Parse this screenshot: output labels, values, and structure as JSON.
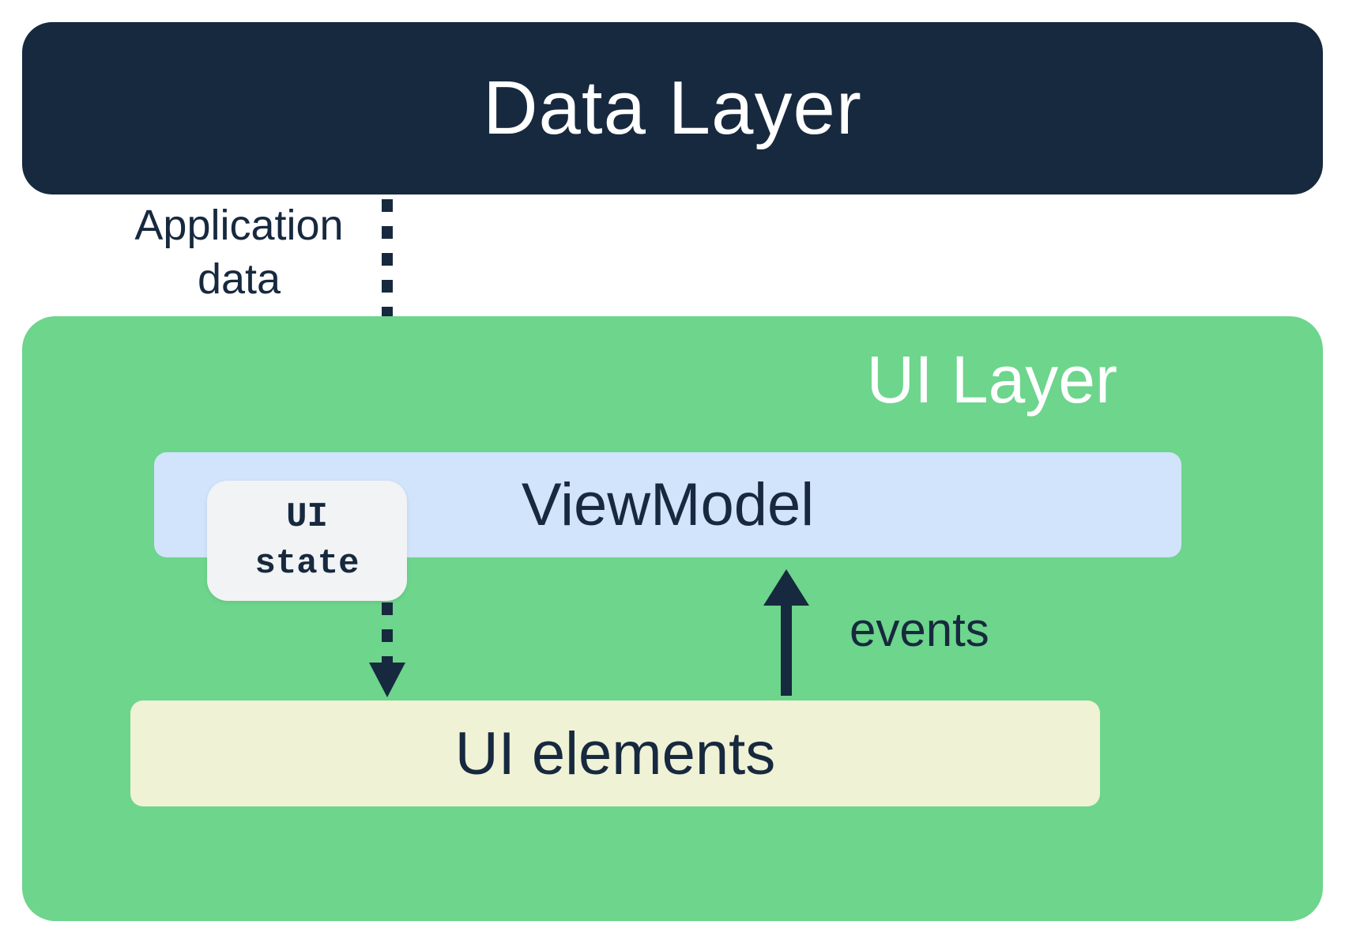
{
  "data_layer": {
    "label": "Data Layer"
  },
  "arrows": {
    "application_data_label": "Application\ndata",
    "events_label": "events"
  },
  "ui_layer": {
    "label": "UI Layer",
    "viewmodel": {
      "label": "ViewModel"
    },
    "ui_state": {
      "label": "UI\nstate"
    },
    "ui_elements": {
      "label": "UI elements"
    }
  },
  "colors": {
    "navy": "#17293e",
    "green": "#6dd58c",
    "light_blue": "#d2e3fc",
    "cream": "#f0f2d6",
    "gray": "#f1f3f4",
    "white": "#ffffff"
  }
}
